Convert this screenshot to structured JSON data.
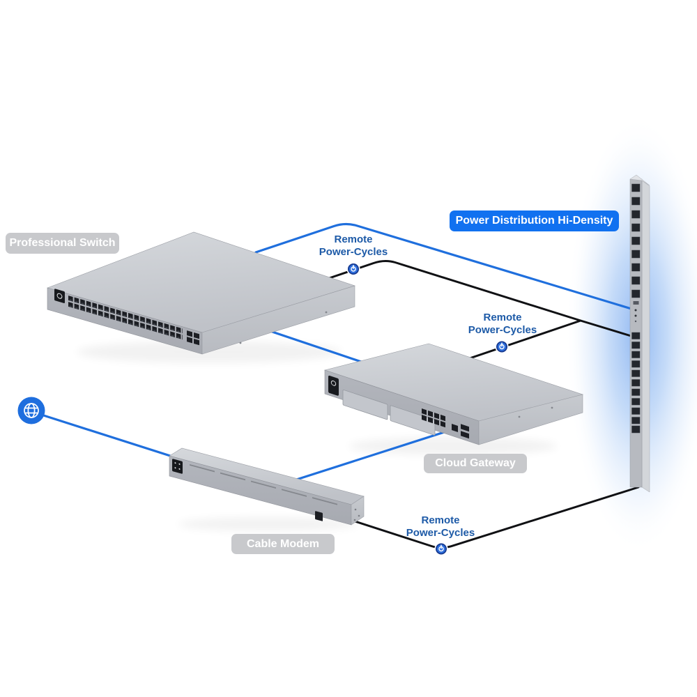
{
  "badges": {
    "professional_switch": {
      "label": "Professional Switch"
    },
    "power_distribution": {
      "label": "Power Distribution Hi-Density"
    },
    "cloud_gateway": {
      "label": "Cloud Gateway"
    },
    "cable_modem": {
      "label": "Cable Modem"
    }
  },
  "annotations": {
    "switch_power": {
      "line1": "Remote",
      "line2": "Power-Cycles"
    },
    "gateway_power": {
      "line1": "Remote",
      "line2": "Power-Cycles"
    },
    "modem_power": {
      "line1": "Remote",
      "line2": "Power-Cycles"
    }
  },
  "icons": {
    "internet": "globe-icon",
    "power_cycle": "power-icon"
  },
  "colors": {
    "accent_blue": "#1f6fdd",
    "badge_blue": "#1171f0",
    "badge_gray": "#c8c9cc",
    "annotation_blue": "#1d5aa7",
    "power_line_black": "#101114",
    "glow_blue": "#9dc2f4"
  }
}
